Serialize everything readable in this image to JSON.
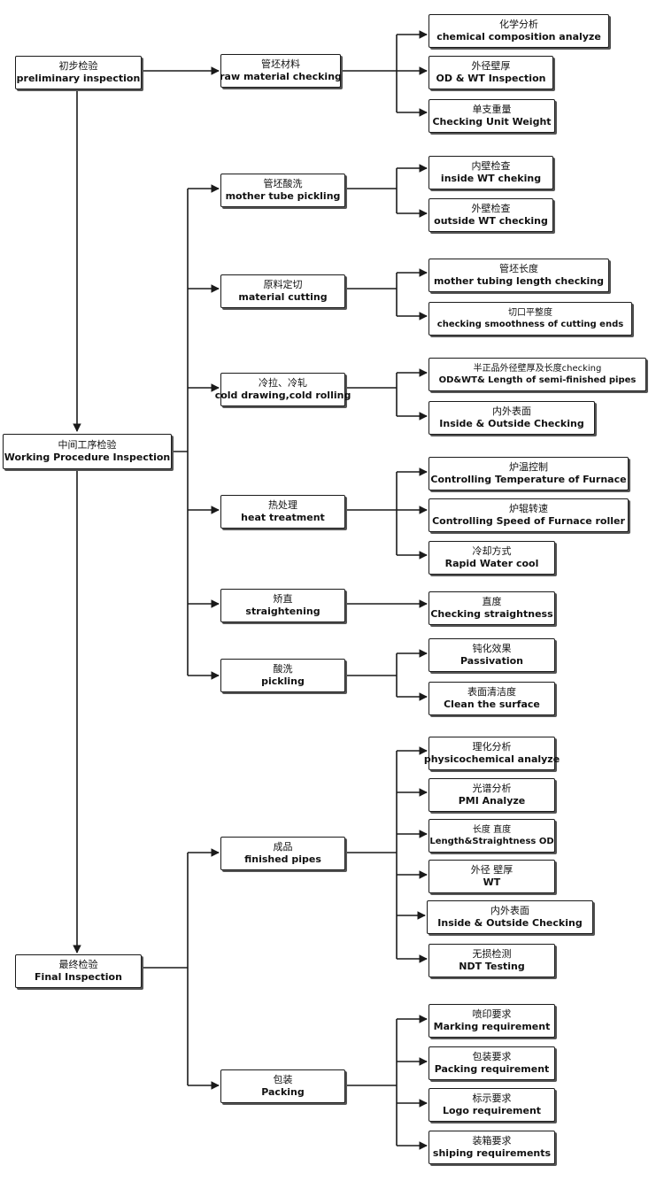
{
  "colors": {
    "line": "#1a1a1a",
    "box_border": "#1a1a1a",
    "shadow": "#555555",
    "background": "#ffffff"
  },
  "stages": {
    "preliminary": {
      "zh": "初步检验",
      "en": "preliminary inspection"
    },
    "working": {
      "zh": "中间工序检验",
      "en": "Working Procedure Inspection"
    },
    "final": {
      "zh": "最终检验",
      "en": "Final Inspection"
    }
  },
  "steps": {
    "raw_material": {
      "zh": "管坯材料",
      "en": "raw material checking"
    },
    "pickling_mother": {
      "zh": "管坯酸洗",
      "en": "mother tube pickling"
    },
    "cutting": {
      "zh": "原料定切",
      "en": "material cutting"
    },
    "cold": {
      "zh": "冷拉、冷轧",
      "en": "cold drawing,cold rolling"
    },
    "heat": {
      "zh": "热处理",
      "en": "heat treatment"
    },
    "straightening": {
      "zh": "矫直",
      "en": "straightening"
    },
    "pickling": {
      "zh": "酸洗",
      "en": "pickling"
    },
    "finished": {
      "zh": "成品",
      "en": "finished pipes"
    },
    "packing": {
      "zh": "包装",
      "en": "Packing"
    }
  },
  "checks": {
    "chem": {
      "zh": "化学分析",
      "en": "chemical composition analyze"
    },
    "odwt": {
      "zh": "外径壁厚",
      "en": "OD & WT Inspection"
    },
    "unit_weight": {
      "zh": "单支重量",
      "en": "Checking Unit Weight"
    },
    "inside_wt": {
      "zh": "内壁检查",
      "en": "inside WT cheking"
    },
    "outside_wt": {
      "zh": "外壁检查",
      "en": "outside WT checking"
    },
    "tube_length": {
      "zh": "管坯长度",
      "en": "mother tubing length checking"
    },
    "smoothness": {
      "zh": "切口平整度",
      "en": "checking smoothness of cutting ends"
    },
    "semi": {
      "zh": "半正品外径壁厚及长度checking",
      "en": "OD&WT& Length of  semi-finished pipes"
    },
    "in_out_1": {
      "zh": "内外表面",
      "en": "Inside & Outside Checking"
    },
    "furnace_temp": {
      "zh": "炉温控制",
      "en": "Controlling Temperature of Furnace"
    },
    "furnace_roller": {
      "zh": "炉辊转速",
      "en": "Controlling Speed of Furnace roller"
    },
    "cooling": {
      "zh": "冷却方式",
      "en": "Rapid Water cool"
    },
    "straightness": {
      "zh": "直度",
      "en": "Checking straightness"
    },
    "passivation": {
      "zh": "钝化效果",
      "en": "Passivation"
    },
    "clean": {
      "zh": "表面清洁度",
      "en": "Clean the surface"
    },
    "physico": {
      "zh": "理化分析",
      "en": "physicochemical analyze"
    },
    "pmi": {
      "zh": "光谱分析",
      "en": "PMI Analyze"
    },
    "length_straight": {
      "zh": "长度 直度",
      "en": "Length&Straightness OD"
    },
    "od_wt": {
      "zh": "外径 壁厚",
      "en": "WT"
    },
    "in_out_2": {
      "zh": "内外表面",
      "en": "Inside & Outside Checking"
    },
    "ndt": {
      "zh": "无损检测",
      "en": "NDT Testing"
    },
    "marking": {
      "zh": "喷印要求",
      "en": "Marking requirement"
    },
    "packing_req": {
      "zh": "包装要求",
      "en": "Packing requirement"
    },
    "logo": {
      "zh": "标示要求",
      "en": "Logo requirement"
    },
    "shipping": {
      "zh": "装箱要求",
      "en": "shiping requirements"
    }
  }
}
